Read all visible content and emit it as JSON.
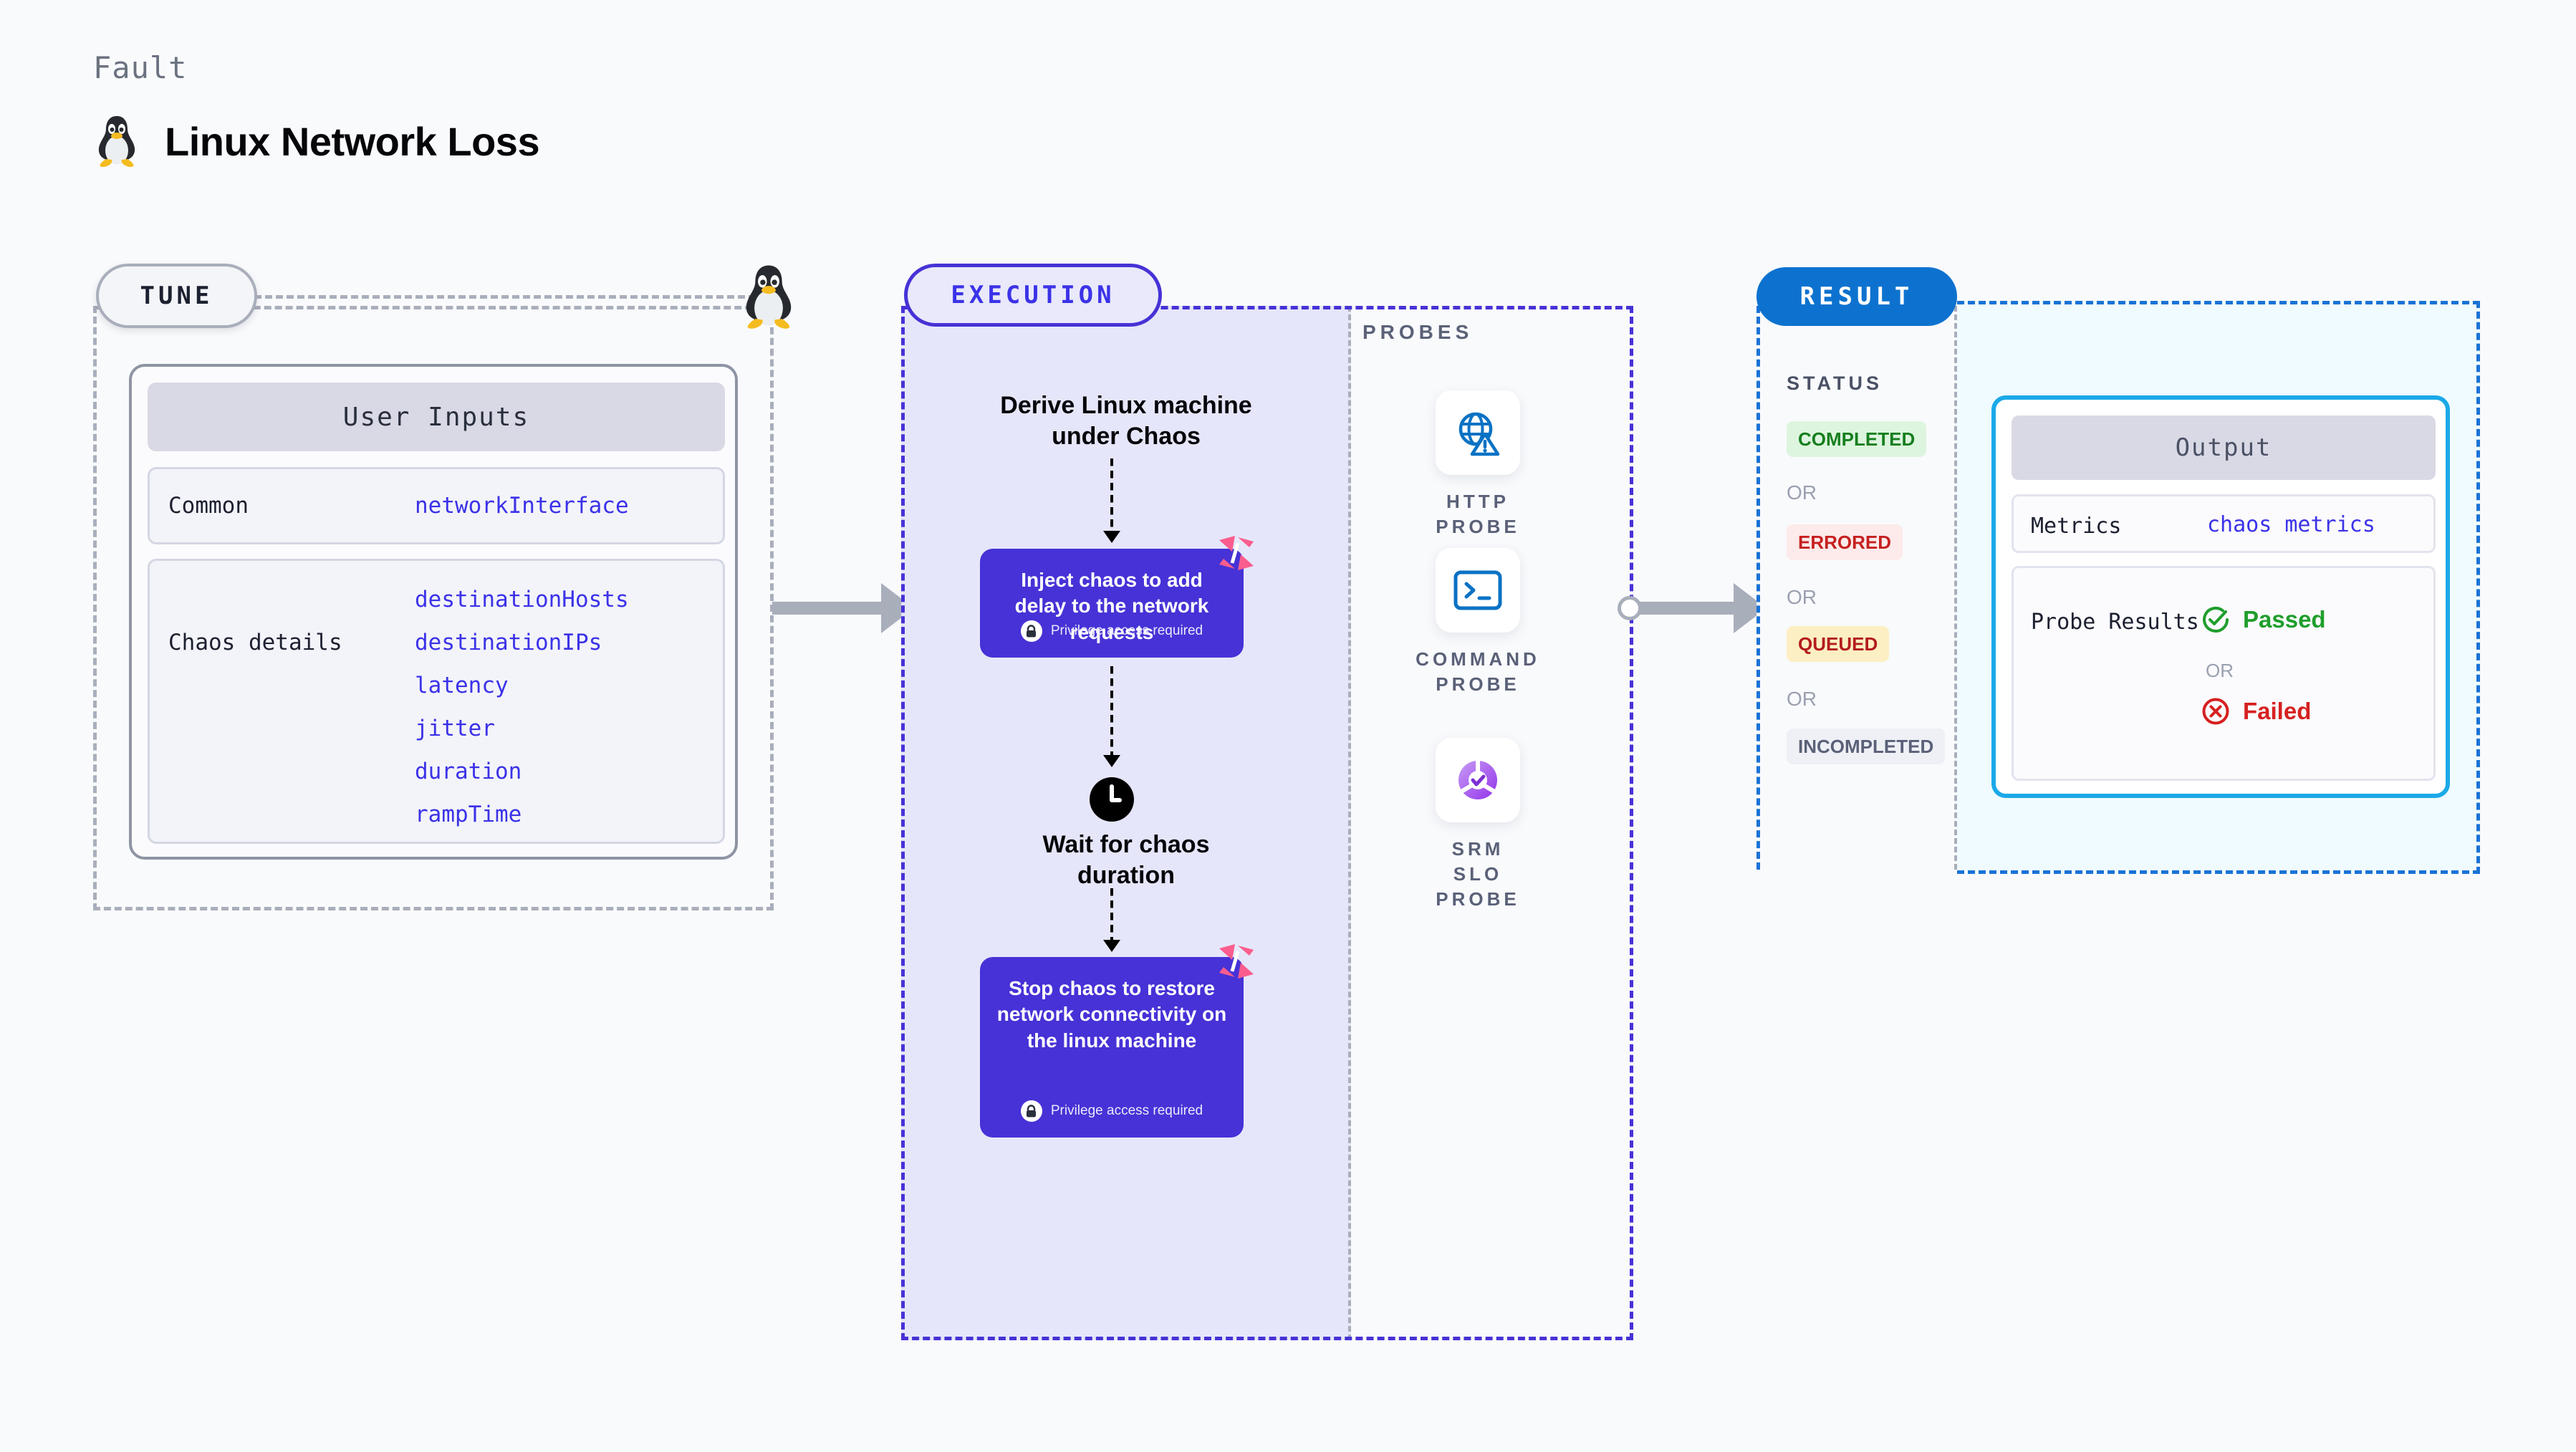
{
  "header": {
    "eyebrow": "Fault",
    "title": "Linux Network Loss",
    "icon": "tux-penguin-icon"
  },
  "tune": {
    "badge": "TUNE",
    "card_title": "User Inputs",
    "rows": [
      {
        "label": "Common",
        "values": [
          "networkInterface"
        ]
      },
      {
        "label": "Chaos details",
        "values": [
          "destinationHosts",
          "destinationIPs",
          "latency",
          "jitter",
          "duration",
          "rampTime"
        ]
      }
    ]
  },
  "execution": {
    "badge": "EXECUTION",
    "step1_title": "Derive Linux machine under Chaos",
    "card1_text": "Inject chaos to add delay to the network requests",
    "card1_note": "Privilege access required",
    "wait_title": "Wait for chaos duration",
    "card2_text": "Stop chaos to restore network connectivity on the linux machine",
    "card2_note": "Privilege access required"
  },
  "probes": {
    "label": "PROBES",
    "items": [
      {
        "name": "HTTP PROBE",
        "icon": "globe-warning-icon"
      },
      {
        "name": "COMMAND PROBE",
        "icon": "terminal-icon"
      },
      {
        "name": "SRM SLO PROBE",
        "icon": "slo-donut-check-icon"
      }
    ]
  },
  "result": {
    "badge": "RESULT",
    "status_label": "STATUS",
    "or": "OR",
    "statuses": [
      {
        "text": "COMPLETED",
        "bg": "#ddf5de",
        "fg": "#167f1f"
      },
      {
        "text": "ERRORED",
        "bg": "#fdeaea",
        "fg": "#c62020"
      },
      {
        "text": "QUEUED",
        "bg": "#fcefc4",
        "fg": "#b31d1d"
      },
      {
        "text": "INCOMPLETED",
        "bg": "#eef0f6",
        "fg": "#5a6178"
      }
    ]
  },
  "output": {
    "title": "Output",
    "metrics_label": "Metrics",
    "metrics_value": "chaos metrics",
    "probe_label": "Probe Results",
    "passed": "Passed",
    "failed": "Failed",
    "or": "OR"
  },
  "colors": {
    "accent_purple": "#4632d6",
    "accent_blue": "#0d72cf",
    "cyan": "#1ba9e8",
    "pink": "#fa5d8e"
  }
}
